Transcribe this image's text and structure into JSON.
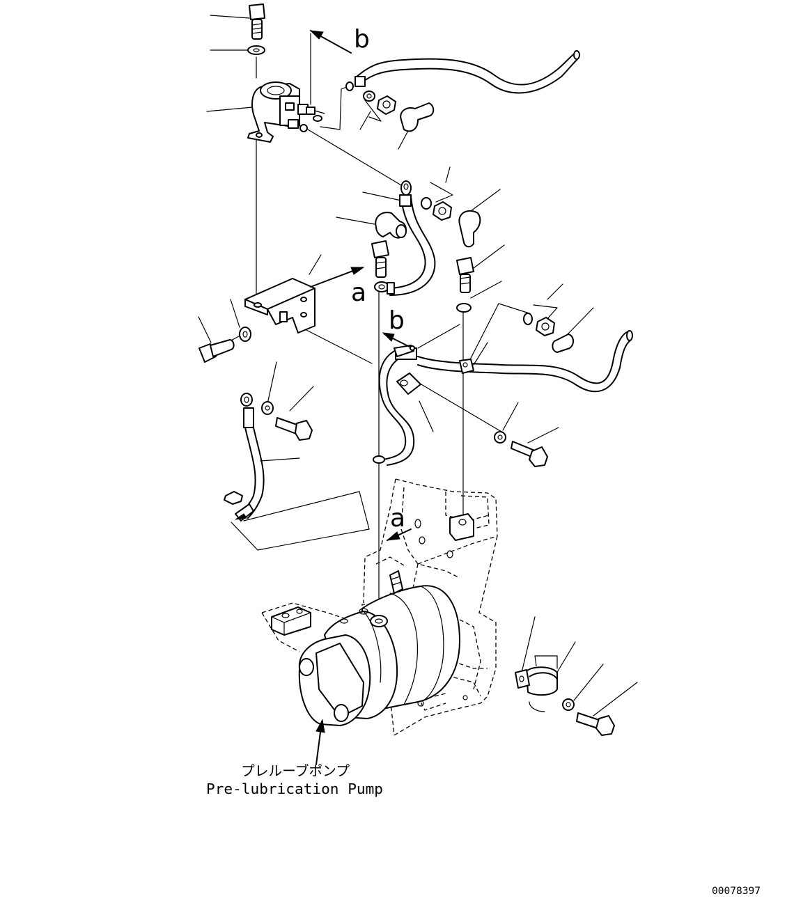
{
  "diagram": {
    "view_labels": {
      "b_top": "b",
      "a_bracket": "a",
      "b_middle": "b",
      "a_frame": "a"
    },
    "caption": {
      "japanese": "プレルーブポンプ",
      "english": "Pre-lubrication Pump"
    },
    "figure_code": "00078397"
  }
}
